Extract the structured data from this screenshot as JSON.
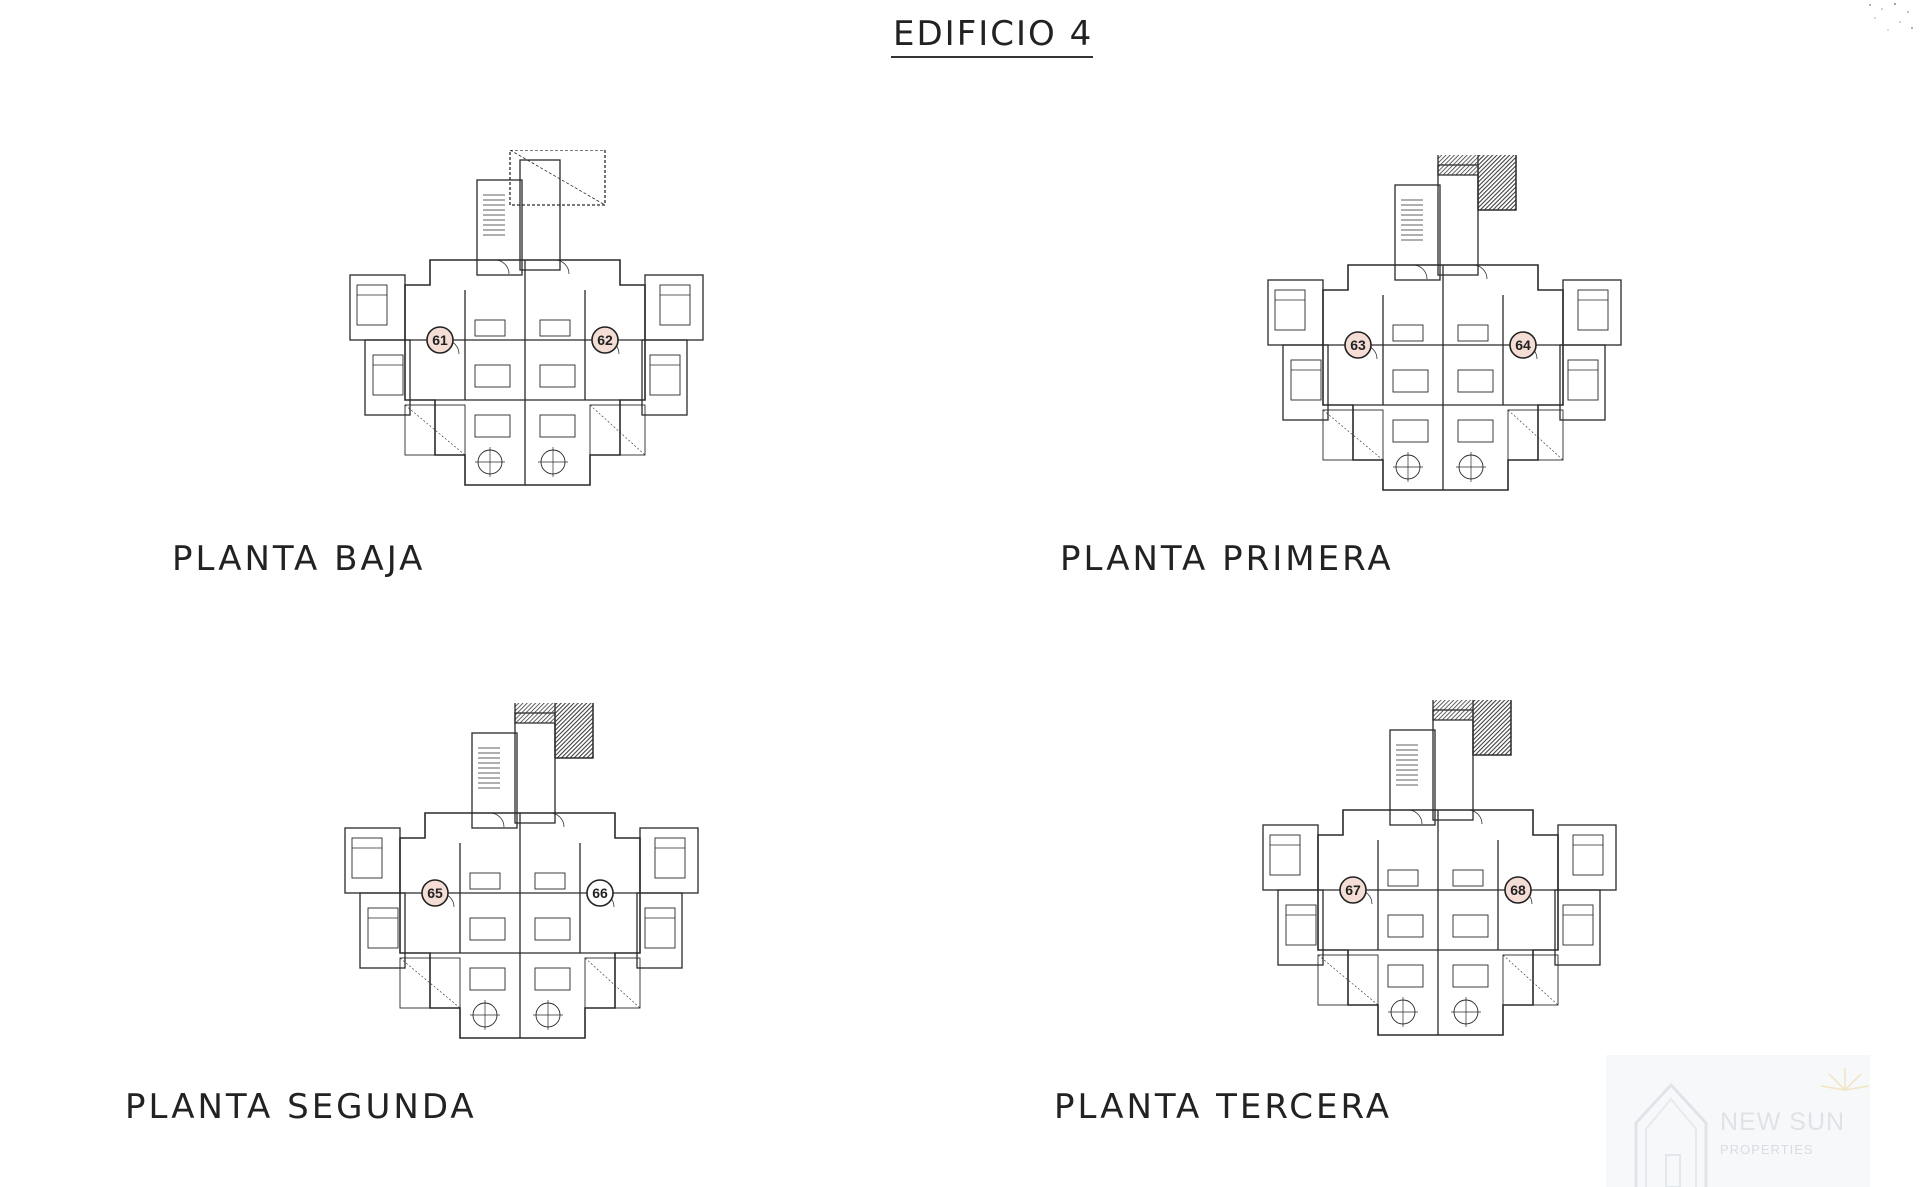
{
  "title": "EDIFICIO 4",
  "floors": [
    {
      "label": "PLANTA BAJA",
      "units": [
        "61",
        "62"
      ]
    },
    {
      "label": "PLANTA PRIMERA",
      "units": [
        "63",
        "64"
      ]
    },
    {
      "label": "PLANTA SEGUNDA",
      "units": [
        "65",
        "66"
      ]
    },
    {
      "label": "PLANTA TERCERA",
      "units": [
        "67",
        "68"
      ]
    }
  ],
  "watermark": {
    "name": "NEW SUN",
    "sub": "PROPERTIES"
  },
  "colors": {
    "line": "#2a2a2a",
    "badge_fill": "#f3ddd4",
    "badge_fill_plain": "#ffffff",
    "roof_hatch": "#3a3a3a"
  }
}
